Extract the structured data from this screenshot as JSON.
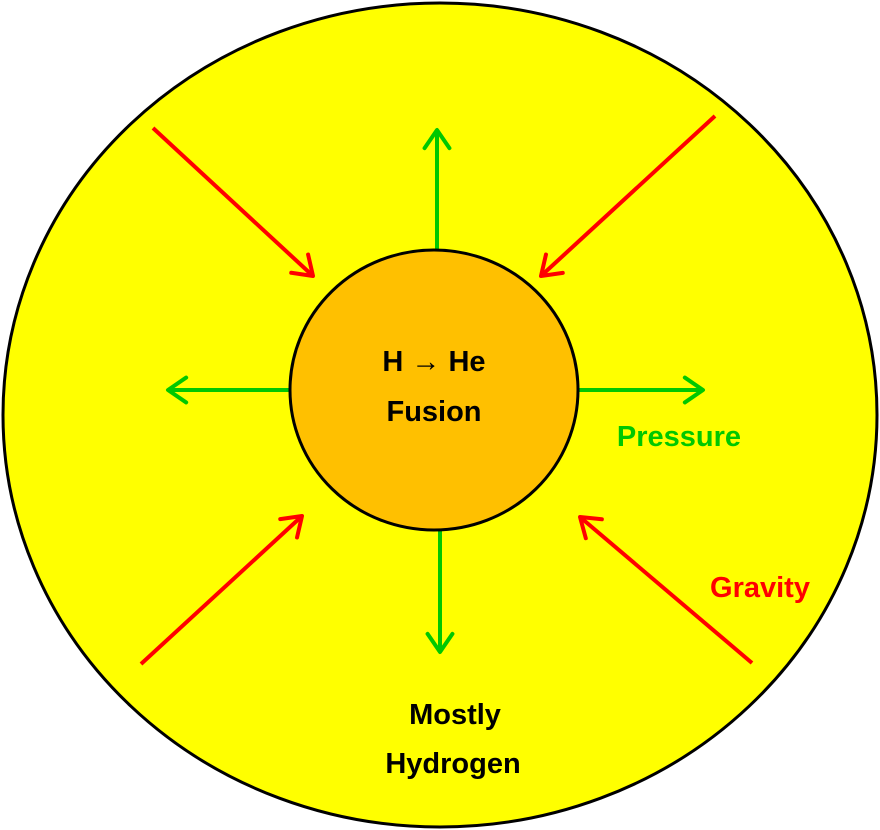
{
  "core": {
    "line1": "H → He",
    "line2": "Fusion"
  },
  "labels": {
    "pressure": "Pressure",
    "gravity": "Gravity",
    "envelope_line1": "Mostly",
    "envelope_line2": "Hydrogen"
  },
  "colors": {
    "envelope": "#FFFF00",
    "core": "#FFC000",
    "pressure": "#00C800",
    "gravity": "#FF0000",
    "outline": "#000000"
  }
}
